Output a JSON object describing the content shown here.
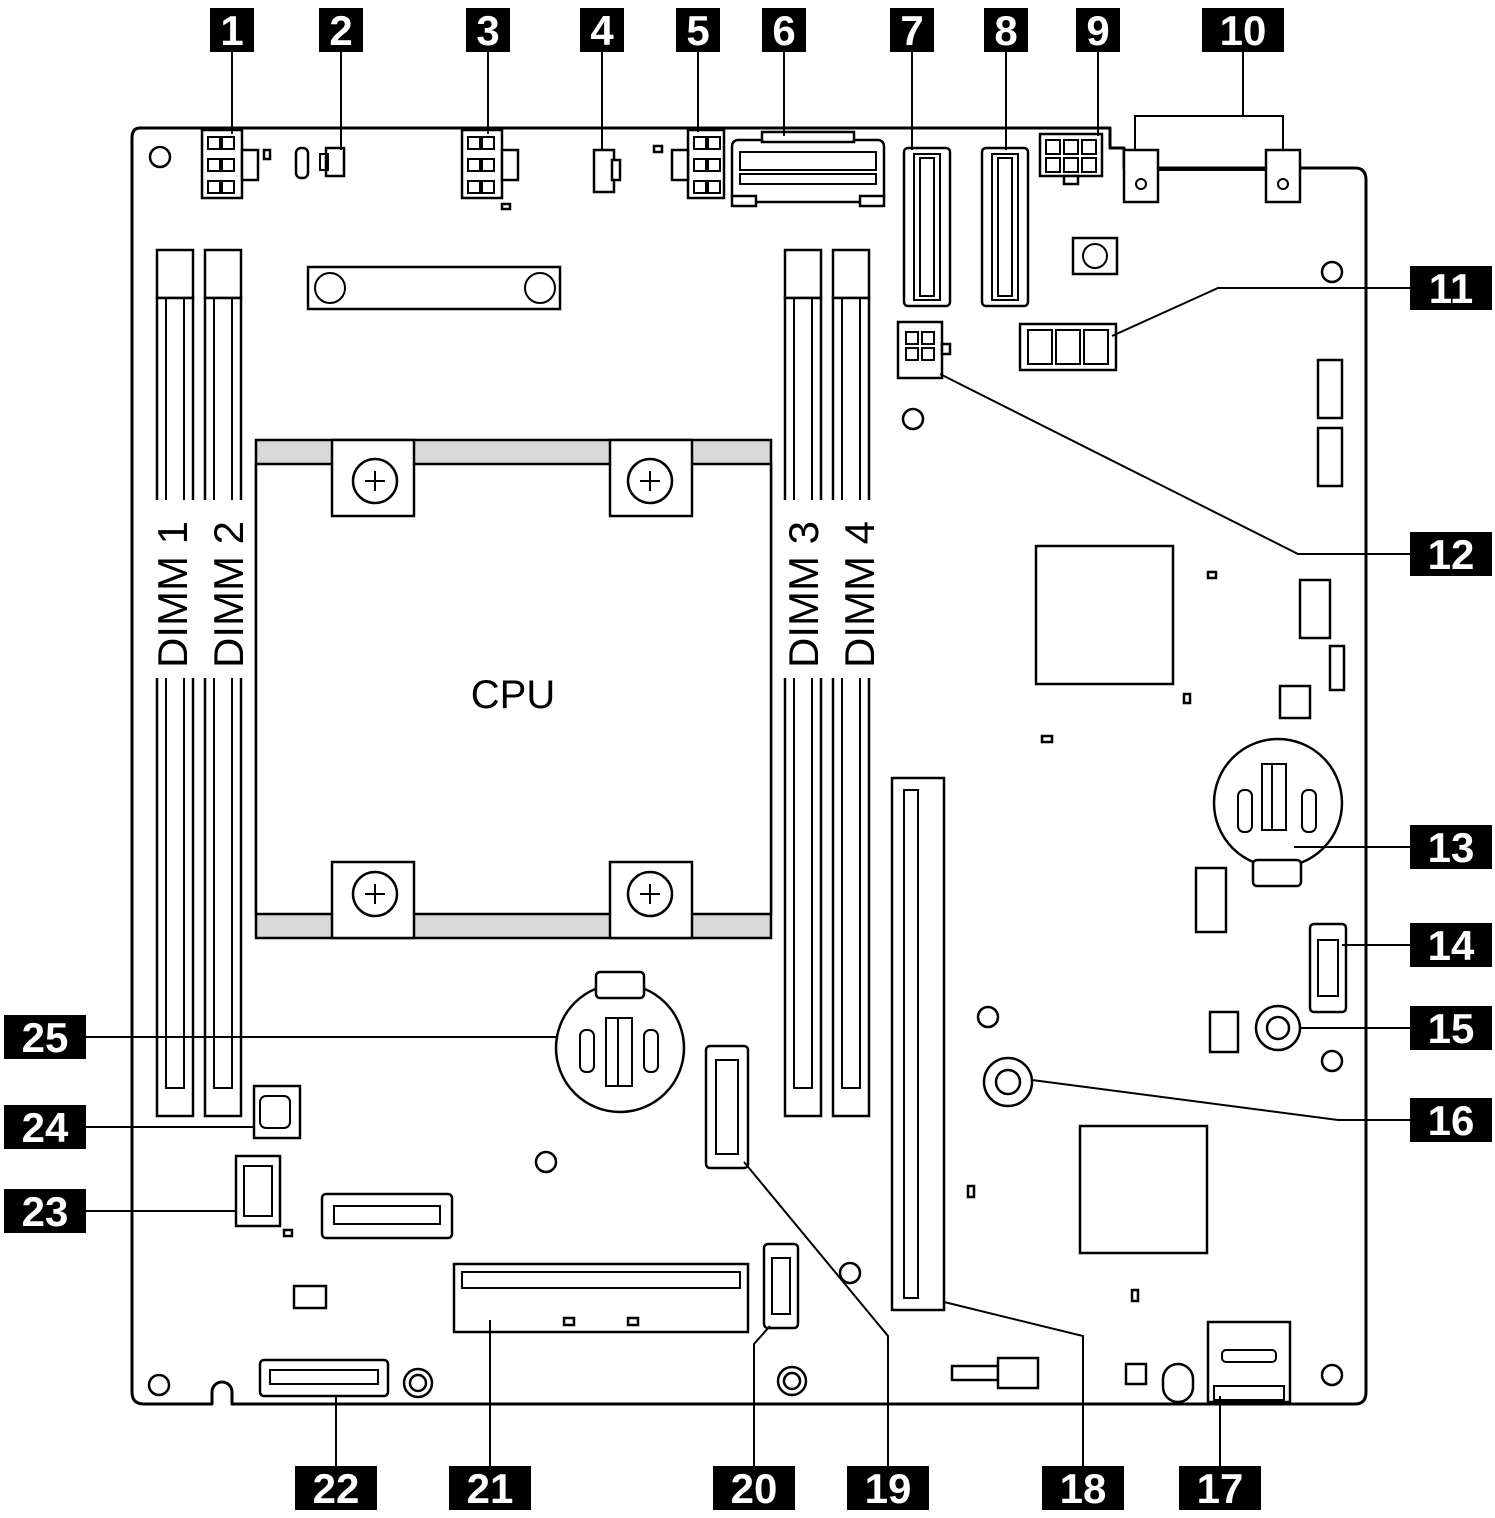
{
  "labels": {
    "cpu": "CPU",
    "dimm1": "DIMM 1",
    "dimm2": "DIMM 2",
    "dimm3": "DIMM 3",
    "dimm4": "DIMM 4"
  },
  "callouts": [
    "1",
    "2",
    "3",
    "4",
    "5",
    "6",
    "7",
    "8",
    "9",
    "10",
    "11",
    "12",
    "13",
    "14",
    "15",
    "16",
    "17",
    "18",
    "19",
    "20",
    "21",
    "22",
    "23",
    "24",
    "25"
  ]
}
